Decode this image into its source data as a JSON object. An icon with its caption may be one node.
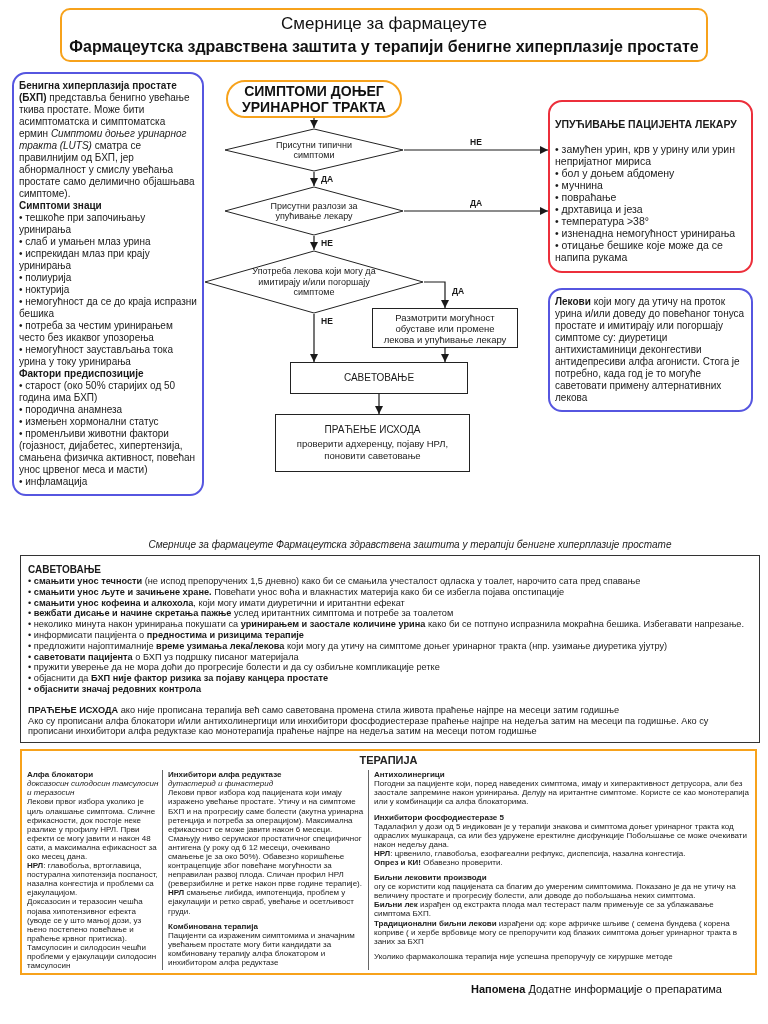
{
  "diagram": {
    "nodes": [
      {
        "text": [
          "Смернице за фармацеуте",
          "Фармацеутска здравствена заштита у терапији бенигне хиперплазије простате"
        ]
      },
      {
        "text": [
          "**Бенигна хиперплазија простате (БХП)** представља бенигно увећање ткива простате. Може бити асимптоматска и симптоматска ермин *Симптоми доњег уринарног тракта (LUTS)* сматра се правилнијим од БХП, јер абнормалност у смислу увећања простате само делимично објашњава симптоме).",
          "Симптоми знаци",
          "• тешкоће при започињању уринирања",
          "• слаб и умањен млаз урина",
          "• испрекидан млаз при крају уринирања",
          "• полиурија",
          "• ноктурија",
          "• немогућност да се до краја испразни бешика",
          "• потреба за честим уринирањем често без икаквог упозорења",
          "• немогућност заустављања тока урина у току уринирања",
          "Фактори предиспозиције",
          "• старост (око 50% старијих од 50 година има БХП)",
          "• породична анамнеза",
          "• измењен хормонални статус",
          "• променљиви животни фактори (гојазност, дијабетес, хипертензија, смањена физичка активност, повећан унос црвеног меса и масти)",
          "• инфламација"
        ]
      },
      {
        "text": [
          "СИМПТОМИ ДОЊЕГ УРИНАРНОГ ТРАКТА"
        ]
      },
      {
        "text": [
          "Присутни типични симптоми"
        ]
      },
      {
        "text": [
          "Присутни разлози за упућивање лекару"
        ]
      },
      {
        "text": [
          "Употреба лекова који могу да имитирају и/или погоршају симптоме"
        ]
      },
      {
        "text": [
          "Размотрити могућност обуставе или промене лекова и упућивање лекару"
        ]
      },
      {
        "text": [
          "САВЕТОВАЊЕ"
        ]
      },
      {
        "text": [
          "ПРАЋЕЊЕ ИСХОДА",
          "проверити адхеренцу, појаву НРЛ, поновити саветовање"
        ]
      },
      {
        "text": [
          "УПУЋИВАЊЕ ПАЦИЈЕНТА ЛЕКАРУ",
          "• замућен урин, крв у урину или урин непријатног мириса",
          "• бол у доњем абдомену",
          "• мучнина",
          "• повраћање",
          "• дрхтавица и језа",
          "• температура >38°",
          "• изненадна немогућност уринирања",
          "• отицање бешике које може да се напипа рукама"
        ]
      },
      {
        "text": [
          "**Лекови** који могу да утичу на проток урина и/или доведу до повећаног тонуса простате и имитирају или погоршају симптоме су: диуретици антихистаминици деконгестиви антидепресиви алфа агонисти. Стога је потребно, када год је то могуће саветовати примену алтернативних лекова"
        ]
      },
      {
        "text": [
          "САВЕТОВАЊЕ",
          "• **смањити унос течности** (не испод препоручених 1,5 дневно) како би се смањила учесталост одласка у тоалет, нарочито сата пред спавање",
          "• **смањити унос љуте и зачињене хране.** Повећати унос воћа и влакнастих материја како би се избегла појава опстипације",
          "• **смањити унос кофеина и алкохола**, који могу имати диуретични и иритантни ефекат",
          "• **вежбати дисање и начине скретања пажње** услед иритантних симптома и потребе за тоалетом",
          "• неколико минута након уринирања покушати са **уринирањем и заостале количине урина** како би се потпуно испразнила мокраћна бешика. Избегавати напрезање.",
          "• информисати пацијента о **предностима и ризицима терапије**",
          "• предложити најоптималније **време узимања лека/лекова** који могу да утичу на симптоме доњег уринарног тракта (нпр. узимање диуретика ујутру)",
          "• **саветовати пацијента** о БХП уз подршку писаног материјала",
          "• пружити уверење да не мора доћи до прогресије болести и да су озбиљне компликације ретке",
          "• објаснити да **БХП није фактор ризика за појаву канцера простате**",
          "• **објаснити значај редовних контрола**",
          "**ПРАЋЕЊЕ ИСХОДА** ако није прописана терапија већ само саветована промена стила живота праћење најпре на месеци затим годишње",
          "Ако су прописани алфа блокатори и/или антихолинергици или инхибитори фосфодиестеразе праћење најпре на недеља затим на месеци па годишње. Ако су прописани инхибитори алфа редуктазе као монотерапија праћење најпре на недеља затим на месеци потом годишње"
        ]
      },
      {
        "text": [
          "ТЕРАПИЈА",
          "Алфа блокатори",
          "доксазосин силодосин тамсулосин и теразосин",
          "Лекови првог избора уколико је циљ олакшање симптома. Сличне ефикасности, док постоје неке разлике у профилу НРЛ. Први ефекти се могу јавити и након 48 сати, а максимална ефикасност за око месец дана.",
          "**НРЛ**: главобоља, вртоглавица, постурална хипотензија поспаност, назална конгестија и проблеми са ејакулацијом.",
          "Доксазосин и теразосин чешћа појава хипотензивног ефекта (уводе се у што мањој дози, уз њено постепено повећање и праћење крвног притиска).",
          "Тамсулосин и силодосин чешћи проблеми у ејакулацији силодосин тамсулосин",
          "Инхибитори алфа редуктазе",
          "дутастерид и финастерид",
          "Лекови првог избора код пацијената који имају изражено увећање простате. Утичу и на симптоме БХП и на прогресију саме болести (акутна уринарна ретенција и потреба за операцијом). Максимална ефикасност се може јавити након 6 месеци. Смањују ниво серумског простатичног специфичног антигена (у року од 6 12 месеци, очекивано смањење је за око 50%). Обавезно коришћење контрацепције због повећане могућности за неправилан развој плода. Сличан профил НРЛ (реверзибилне и ретке након прве године терапије).",
          "**НРЛ** смањење либида, импотенција, проблем у ејакулацији и ретко свраб, увећање и осетљивост груди.",
          "Комбинована терапија",
          "Пацијенти са израженим симптомима и значајним увећањем простате могу бити кандидати за комбиновану терапију алфа блокатором и инхибитором алфа редуктазе",
          "Антихолинергици",
          "Погодни за пацијенте који, поред наведених симптома, имају и хиперактивност детрусора, али без заостале запремине након уринирања. Делују на иритантне симптоме. Користе се као монотерапија или у комбинацији са алфа блокаторима.",
          "Инхибитори фосфодиестеразе 5",
          "Тадалафил у дози од 5 индикован је у терапији знакова и симптома доњег уринарног тракта код одраслих мушкараца, са или без удружене еректилне дисфункције Побољшање се може очекивати након недељу дана.",
          "**НРЛ**: црвенило, главобоља, езофагеални рефлукс, диспепсија, назална конгестија.",
          "**Опрез и КИ!** Обавезно проверити.",
          "Биљни лековити производи",
          "огу се користити код пацијената са благим до умереним симптомима. Показано је да не утичу на величину простате и прогресију болести, али доводе до побољшања неких симптома.",
          "**Биљни лек** израђен од екстракта плода мал тестераст палм примењује се за ублажавање симптома БХП.",
          "**Традиционални биљни лекови** израђени од: коре афричке шљиве ( семена бундева ( корена коприве ( и хербе врбовице могу се препоручити код блажих симптома доњег уринарног тракта в заних за БХП",
          "Уколико фармаколошка терапија није успешна препоручују се хируршке методе"
        ]
      }
    ],
    "edges": [
      {
        "from": 2,
        "to": 3,
        "arrow": "to"
      },
      {
        "from": 3,
        "to": 9,
        "arrow": "to",
        "label": "НЕ"
      },
      {
        "from": 3,
        "to": 4,
        "arrow": "to",
        "label": "ДА"
      },
      {
        "from": 4,
        "to": 9,
        "arrow": "to",
        "label": "ДА"
      },
      {
        "from": 4,
        "to": 5,
        "arrow": "to",
        "label": "НЕ"
      },
      {
        "from": 5,
        "to": 6,
        "arrow": "to",
        "label": "ДА"
      },
      {
        "from": 5,
        "to": 7,
        "arrow": "to",
        "label": "НЕ"
      },
      {
        "from": 6,
        "to": 7,
        "arrow": "to"
      },
      {
        "from": 7,
        "to": 8,
        "arrow": "to"
      }
    ],
    "labels": [
      "Смернице за фармацеуте Фармацеутска здравствена заштита у терапији бенигне хиперплазије простате",
      "**Напомена** Додатне информације о препаратима"
    ]
  }
}
